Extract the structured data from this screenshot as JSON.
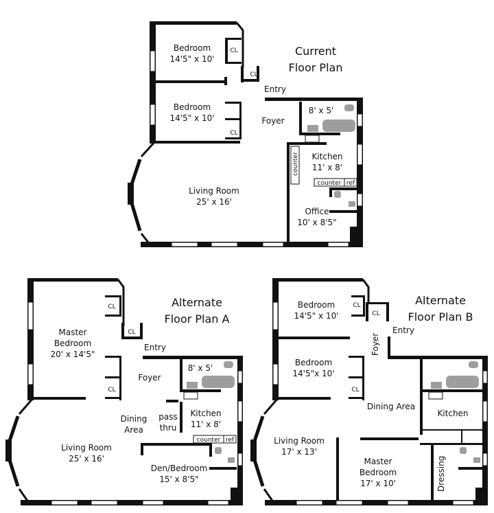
{
  "current": {
    "title_line1": "Current",
    "title_line2": "Floor Plan",
    "rooms": {
      "bedroom1_name": "Bedroom",
      "bedroom1_size": "14'5\" x 10'",
      "bedroom2_name": "Bedroom",
      "bedroom2_size": "14'5\" x 10'",
      "closet1": "CL",
      "closet2": "CL",
      "closet3": "CL",
      "entry": "Entry",
      "foyer": "Foyer",
      "bath_size": "8' x 5'",
      "kitchen_name": "Kitchen",
      "kitchen_size": "11' x 8'",
      "counter_vertical": "counter",
      "counter": "counter",
      "ref": "ref",
      "living_name": "Living Room",
      "living_size": "25' x 16'",
      "office_name": "Office",
      "office_size": "10' x 8'5\""
    }
  },
  "alt_a": {
    "title_line1": "Alternate",
    "title_line2": "Floor Plan A",
    "rooms": {
      "closet1": "CL",
      "closet2": "CL",
      "closet3": "CL",
      "master_line1": "Master",
      "master_line2": "Bedroom",
      "master_size": "20' x 14'5\"",
      "entry": "Entry",
      "foyer": "Foyer",
      "bath_size": "8' x 5'",
      "dining_line1": "Dining",
      "dining_line2": "Area",
      "pass_line1": "pass",
      "pass_line2": "thru",
      "kitchen_name": "Kitchen",
      "kitchen_size": "11' x 8'",
      "counter": "counter",
      "ref": "ref",
      "living_name": "Living Room",
      "living_size": "25' x 16'",
      "den_name": "Den/Bedroom",
      "den_size": "15' x 8'5\""
    }
  },
  "alt_b": {
    "title_line1": "Alternate",
    "title_line2": "Floor Plan B",
    "rooms": {
      "bedroom1_name": "Bedroom",
      "bedroom1_size": "14'5\" x 10'",
      "bedroom2_name": "Bedroom",
      "bedroom2_size": "14'5\"x 10'",
      "closet1": "CL",
      "closet2": "CL",
      "closet3": "CL",
      "foyer": "Foyer",
      "entry": "Entry",
      "dining": "Dining Area",
      "kitchen": "Kitchen",
      "living_name": "Living Room",
      "living_size": "17' x 13'",
      "master_line1": "Master",
      "master_line2": "Bedroom",
      "master_size": "17' x 10'",
      "dressing": "Dressing"
    }
  }
}
